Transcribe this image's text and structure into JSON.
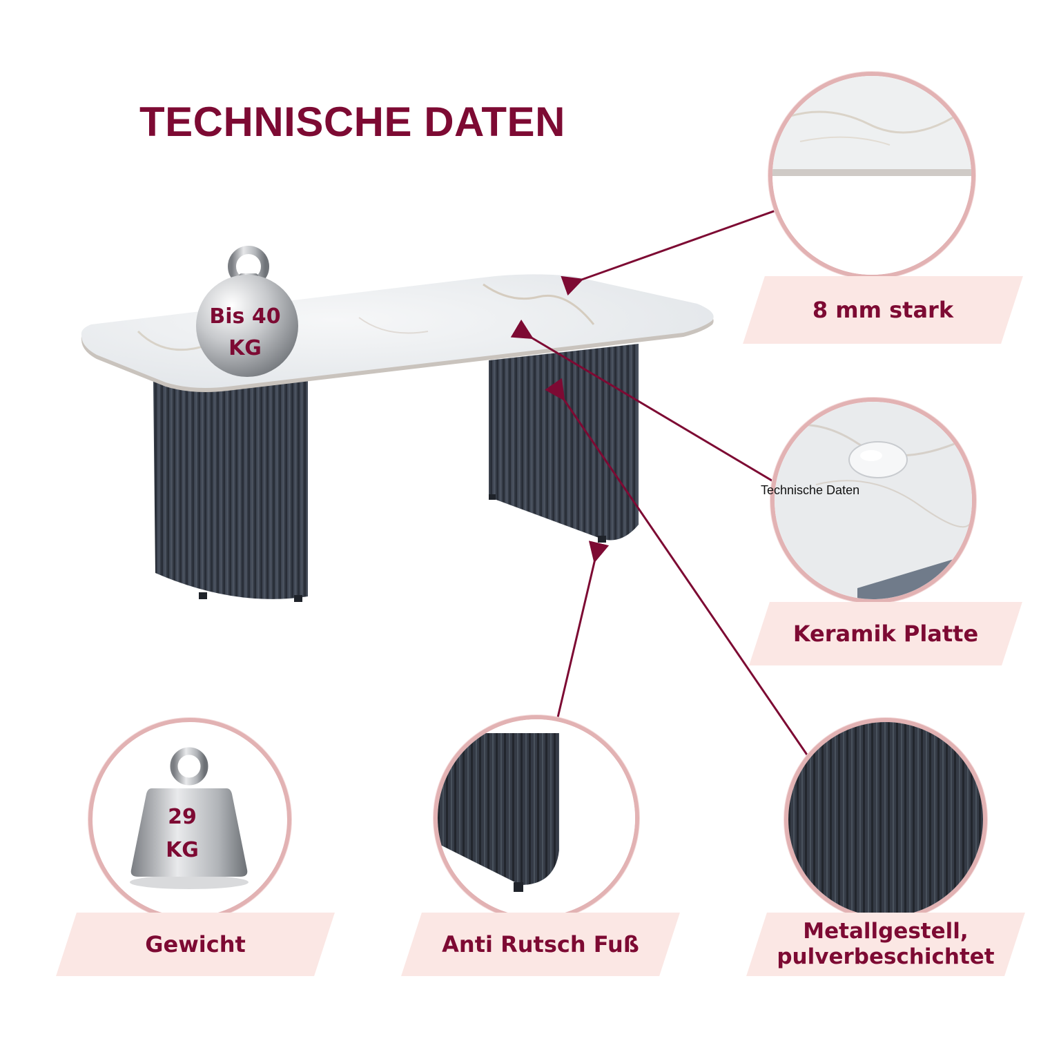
{
  "title": "TECHNISCHE DATEN",
  "annotation": "Technische Daten",
  "weight_badge": {
    "line1": "Bis 40",
    "line2": "KG"
  },
  "features": {
    "thickness": "8 mm stark",
    "ceramic": "Keramik Platte",
    "weight": "Gewicht",
    "weight_value": {
      "line1": "29",
      "line2": "KG"
    },
    "foot": "Anti Rutsch Fuß",
    "frame_line1": "Metallgestell,",
    "frame_line2": "pulverbeschichtet"
  },
  "colors": {
    "accent": "#7d0a33",
    "band": "#fbe7e4",
    "ring": "#e2b2b3",
    "leg": "#3c4350",
    "marble": "#eef0f2"
  }
}
